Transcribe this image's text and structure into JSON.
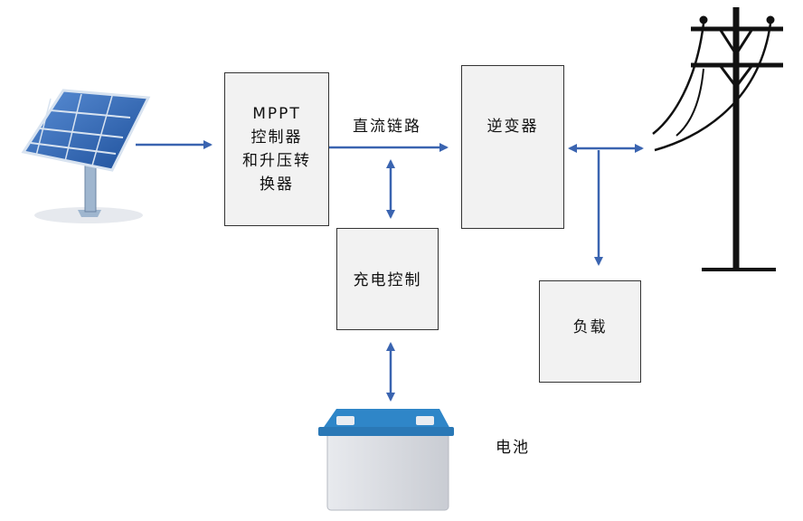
{
  "blocks": {
    "mppt": {
      "lines": [
        "MPPT",
        "控制器",
        "和升压转",
        "换器"
      ]
    },
    "inverter": {
      "label": "逆变器"
    },
    "charge_control": {
      "label": "充电控制"
    },
    "load": {
      "label": "负载"
    }
  },
  "labels": {
    "dc_link": "直流链路",
    "battery": "电池"
  },
  "colors": {
    "arrow": "#3a64b0",
    "block_fill": "#f2f2f2",
    "block_border": "#333333",
    "battery_cap": "#2f86c8"
  },
  "icons": [
    "solar-panel-icon",
    "battery-icon",
    "utility-pole-icon"
  ]
}
